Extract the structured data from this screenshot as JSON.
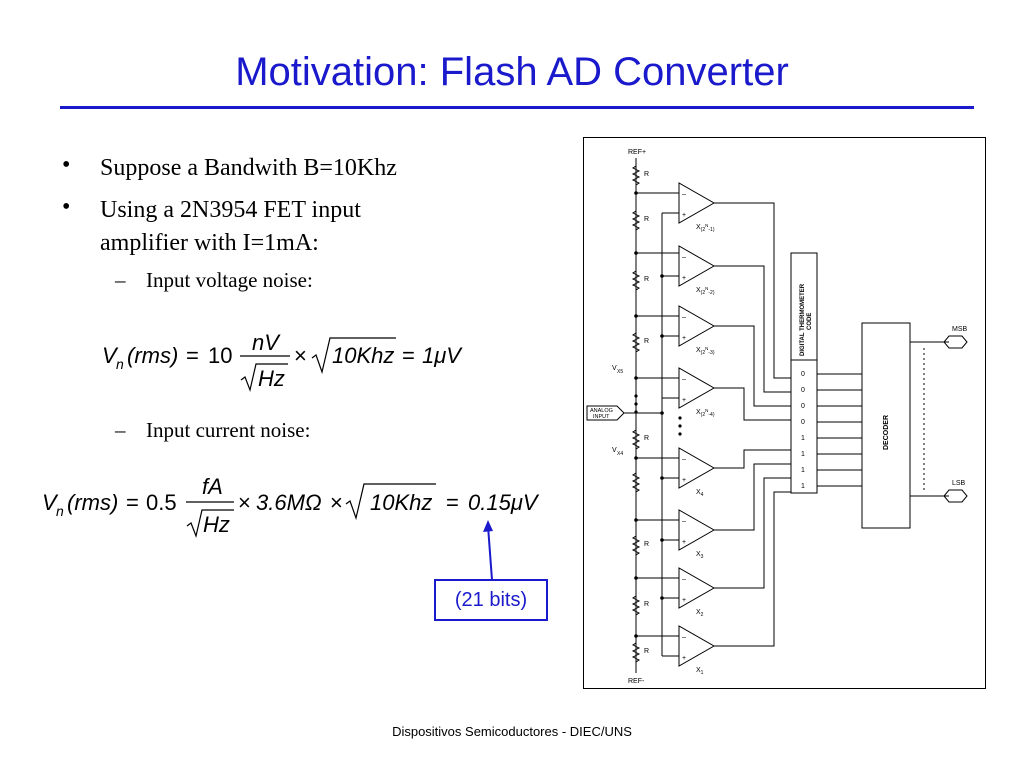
{
  "title": "Motivation: Flash AD Converter",
  "bullets": {
    "b1": "Suppose a Bandwith B=10Khz",
    "b2_line1": "Using a 2N3954 FET input",
    "b2_line2": "amplifier with I=1mA:",
    "sub1": "Input voltage noise:",
    "sub2": "Input current noise:",
    "bullet_char": "•",
    "dash_char": "–"
  },
  "formula1": {
    "lhs_v": "V",
    "lhs_sub": "n",
    "lhs_rms": "(rms)",
    "eq": "=",
    "coef": "10",
    "num": "nV",
    "den": "Hz",
    "times": "×",
    "root": "10Khz",
    "result": "1μV"
  },
  "formula2": {
    "lhs_v": "V",
    "lhs_sub": "n",
    "lhs_rms": "(rms)",
    "eq": "=",
    "coef": "0.5",
    "num": "fA",
    "den": "Hz",
    "times1": "×",
    "mid": "3.6MΩ",
    "times2": "×",
    "root": "10Khz",
    "result": "0.15μV"
  },
  "callout": "(21 bits)",
  "footer": "Dispositivos Semicoductores - DIEC/UNS",
  "circuit": {
    "ref_top": "REF+",
    "ref_bottom": "REF-",
    "resistor": "R",
    "analog_input": [
      "ANALOG",
      "INPUT"
    ],
    "vx5": "V",
    "vx5_sub": "X5",
    "vx4": "V",
    "vx4_sub": "X4",
    "comp_labels": [
      {
        "base": "X",
        "sub": "(2",
        "sup": "N",
        "tail": "-1)"
      },
      {
        "base": "X",
        "sub": "(2",
        "sup": "N",
        "tail": "-2)"
      },
      {
        "base": "X",
        "sub": "(2",
        "sup": "N",
        "tail": "-3)"
      },
      {
        "base": "X",
        "sub": "(2",
        "sup": "N",
        "tail": "-4)"
      },
      {
        "base": "X",
        "sub": "4"
      },
      {
        "base": "X",
        "sub": "3"
      },
      {
        "base": "X",
        "sub": "2"
      },
      {
        "base": "X",
        "sub": "1"
      }
    ],
    "thermometer_label": [
      "DIGITAL THERMOMETER",
      "CODE"
    ],
    "code_bits": [
      "0",
      "0",
      "0",
      "0",
      "1",
      "1",
      "1",
      "1"
    ],
    "decoder": "DECODER",
    "msb": "MSB",
    "lsb": "LSB",
    "comp_minus": "–",
    "comp_plus": "+"
  },
  "colors": {
    "accent": "#1a1acc",
    "text": "#000000",
    "background": "#ffffff"
  }
}
